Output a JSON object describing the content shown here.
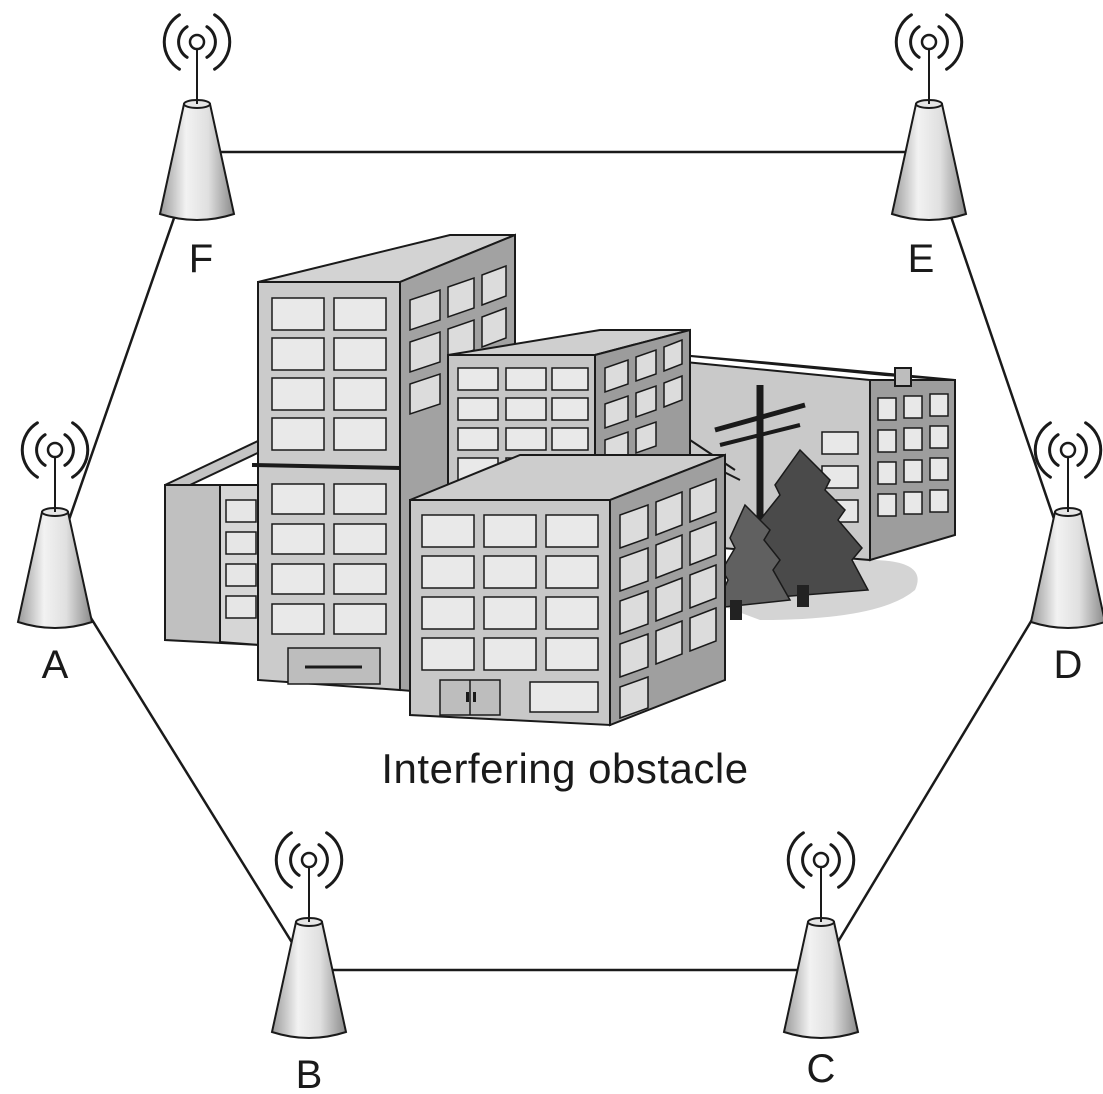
{
  "diagram": {
    "caption": "Interfering obstacle",
    "nodes": [
      {
        "id": "A",
        "label": "A"
      },
      {
        "id": "B",
        "label": "B"
      },
      {
        "id": "C",
        "label": "C"
      },
      {
        "id": "D",
        "label": "D"
      },
      {
        "id": "E",
        "label": "E"
      },
      {
        "id": "F",
        "label": "F"
      }
    ],
    "links": [
      {
        "from": "F",
        "to": "E"
      },
      {
        "from": "E",
        "to": "D"
      },
      {
        "from": "D",
        "to": "C"
      },
      {
        "from": "C",
        "to": "B"
      },
      {
        "from": "B",
        "to": "A"
      },
      {
        "from": "A",
        "to": "F"
      }
    ],
    "icons": {
      "node": "radio-tower-icon",
      "obstacle": "buildings-icon"
    }
  }
}
